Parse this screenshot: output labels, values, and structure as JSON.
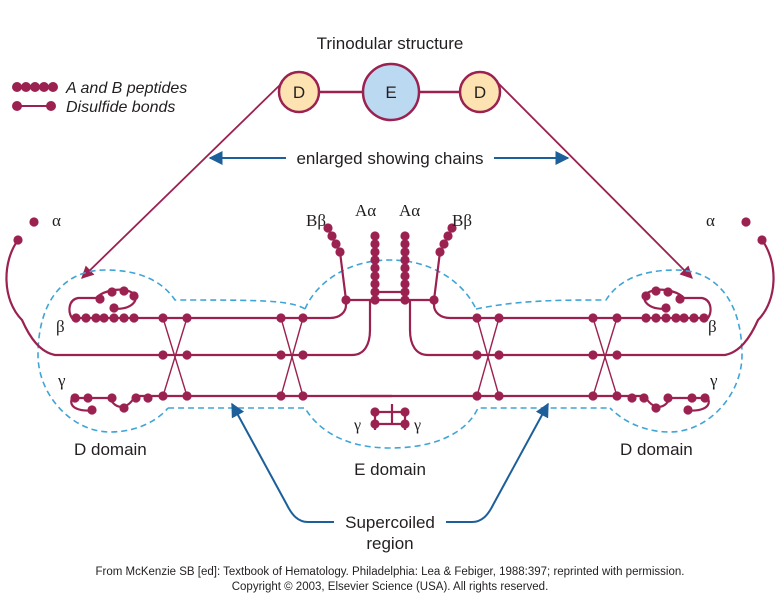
{
  "title": "Trinodular structure",
  "legend": {
    "peptides": "A and B peptides",
    "disulfide": "Disulfide bonds"
  },
  "nodes": {
    "d_left": "D",
    "e_center": "E",
    "d_right": "D"
  },
  "enlarged_label": "enlarged showing chains",
  "chain_labels": {
    "alpha_left": "α",
    "alpha_right": "α",
    "beta_left": "β",
    "beta_right": "β",
    "gamma_left": "γ",
    "gamma_right": "γ",
    "gamma_center_left": "γ",
    "gamma_center_right": "γ",
    "bbeta_left": "Bβ",
    "aalpha_left": "Aα",
    "aalpha_right": "Aα",
    "bbeta_right": "Bβ"
  },
  "domain_labels": {
    "d_left": "D domain",
    "e_domain": "E domain",
    "d_right": "D domain"
  },
  "supercoiled": {
    "line1": "Supercoiled",
    "line2": "region"
  },
  "credit": {
    "line1": "From McKenzie SB [ed]: Textbook of Hematology. Philadelphia: Lea & Febiger, 1988:397; reprinted with permission.",
    "line2": "Copyright © 2003, Elsevier Science (USA). All rights reserved."
  },
  "colors": {
    "chain": "#9b2150",
    "arrow": "#1d5f9b",
    "dashed": "#3fa4d6",
    "d_node_fill": "#fde2b2",
    "e_node_fill": "#bcd9f2"
  }
}
